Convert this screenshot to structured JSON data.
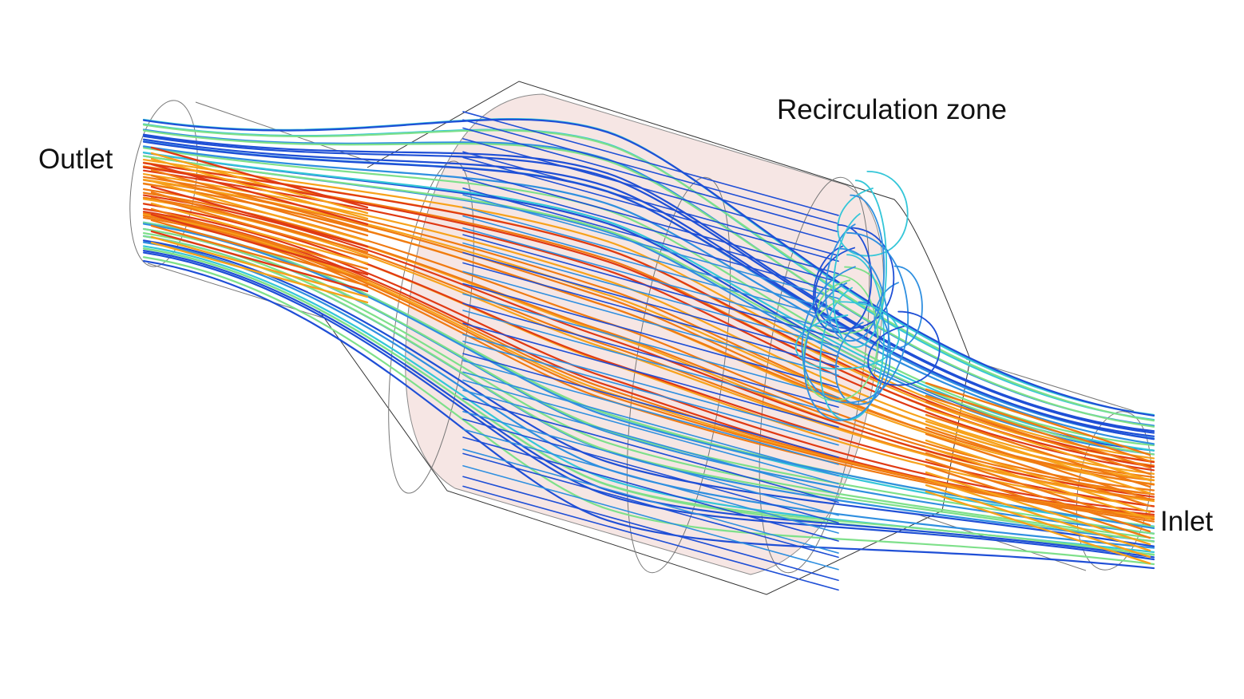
{
  "labels": {
    "outlet": "Outlet",
    "recirculation": "Recirculation zone",
    "inlet": "Inlet"
  },
  "colors": {
    "background": "#ffffff",
    "housing_fill": "#f6e6e4",
    "outline": "#8a8a8a",
    "velocity_scale": [
      "#1f4fd6",
      "#2f8fe0",
      "#34c6d8",
      "#7ee08a",
      "#e2ea3a",
      "#f7a21b",
      "#f07a12",
      "#e03a14"
    ]
  }
}
